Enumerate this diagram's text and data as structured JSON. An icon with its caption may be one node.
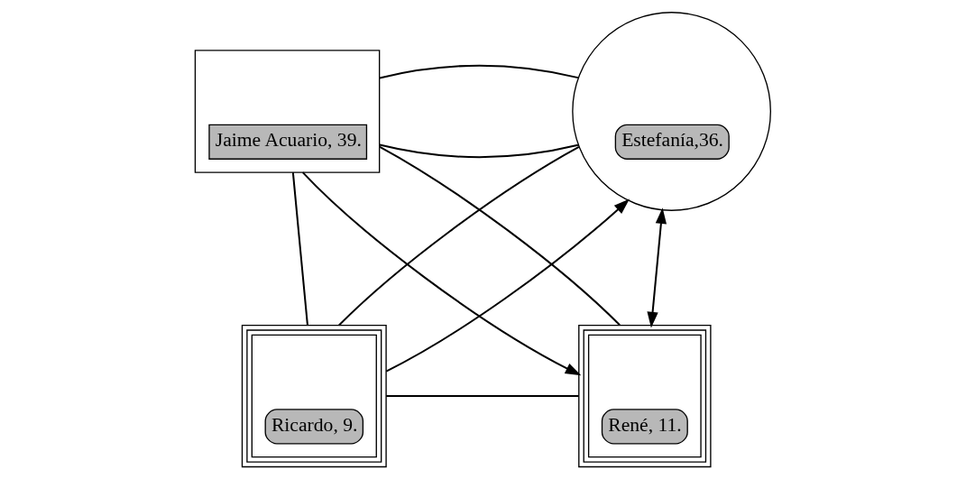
{
  "diagram": {
    "nodes": [
      {
        "text": [
          "Jaime Acuario, 39."
        ]
      },
      {
        "text": [
          "Estefanía,36."
        ]
      },
      {
        "text": [
          "Ricardo, 9."
        ]
      },
      {
        "text": [
          "René, 11."
        ]
      }
    ],
    "edges": [
      {
        "from": 0,
        "to": 1,
        "arrow": "none"
      },
      {
        "from": 0,
        "to": 1,
        "arrow": "none"
      },
      {
        "from": 0,
        "to": 3,
        "arrow": "to"
      },
      {
        "from": 0,
        "to": 3,
        "arrow": "none"
      },
      {
        "from": 0,
        "to": 2,
        "arrow": "none"
      },
      {
        "from": 2,
        "to": 1,
        "arrow": "to"
      },
      {
        "from": 1,
        "to": 2,
        "arrow": "none"
      },
      {
        "from": 1,
        "to": 3,
        "arrow": "both"
      },
      {
        "from": 2,
        "to": 3,
        "arrow": "none"
      }
    ]
  }
}
